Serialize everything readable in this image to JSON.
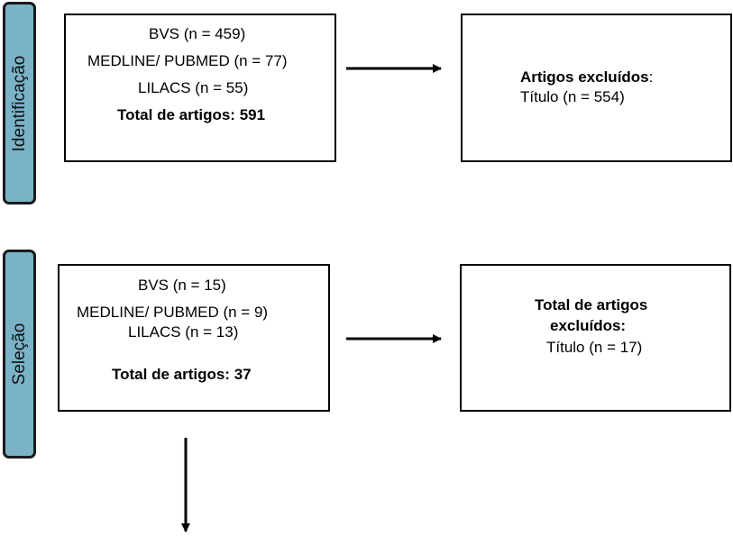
{
  "stages": {
    "identification": "Identificação",
    "selection": "Seleção"
  },
  "identification_sources": {
    "bvs": "BVS (n = 459)",
    "medline": "MEDLINE/ PUBMED (n = 77)",
    "lilacs": "LILACS (n = 55)",
    "total": "Total de artigos: 591"
  },
  "identification_excluded": {
    "heading": "Artigos excluídos",
    "heading_suffix": ":",
    "detail": "Título (n = 554)"
  },
  "selection_sources": {
    "bvs": "BVS (n = 15)",
    "medline": "MEDLINE/ PUBMED (n = 9)",
    "lilacs": "LILACS (n = 13)",
    "total": "Total de artigos: 37"
  },
  "selection_excluded": {
    "heading_line1": "Total de artigos",
    "heading_line2": "excluídos:",
    "detail": "Título (n = 17)"
  }
}
